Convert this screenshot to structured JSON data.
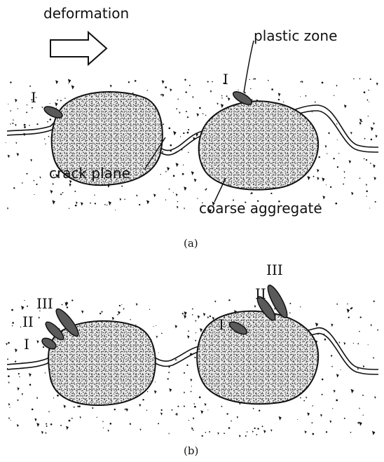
{
  "panel_a": {
    "deformation_label": "deformation",
    "plastic_zone_label": "plastic zone",
    "crack_plane_label": "crack plane",
    "coarse_aggregate_label": "coarse aggregate",
    "zone_left_label": "I",
    "zone_right_label": "I",
    "caption": "(a)"
  },
  "panel_b": {
    "left_labels": [
      "III",
      "II",
      "I"
    ],
    "right_labels": [
      "III",
      "II",
      "I"
    ],
    "caption": "(b)"
  },
  "colors": {
    "ink": "#111111",
    "zone_fill": "#5a5a5a",
    "aggregate_fill": "#eaeaea",
    "background": "#ffffff"
  },
  "icons": {
    "deformation_arrow": "outline-right-arrow-icon"
  }
}
